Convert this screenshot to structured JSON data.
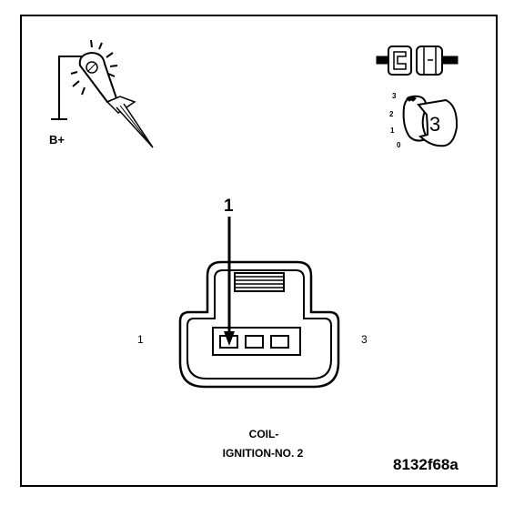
{
  "tester": {
    "supply_label": "B+"
  },
  "ignition_key": {
    "positions": [
      "3",
      "2",
      "1",
      "0"
    ],
    "selected_position": "3"
  },
  "connector": {
    "callout": "1",
    "pin_left": "1",
    "pin_right": "3"
  },
  "caption": {
    "line1": "COIL-",
    "line2": "IGNITION-NO. 2"
  },
  "figure_id": "8132f68a"
}
